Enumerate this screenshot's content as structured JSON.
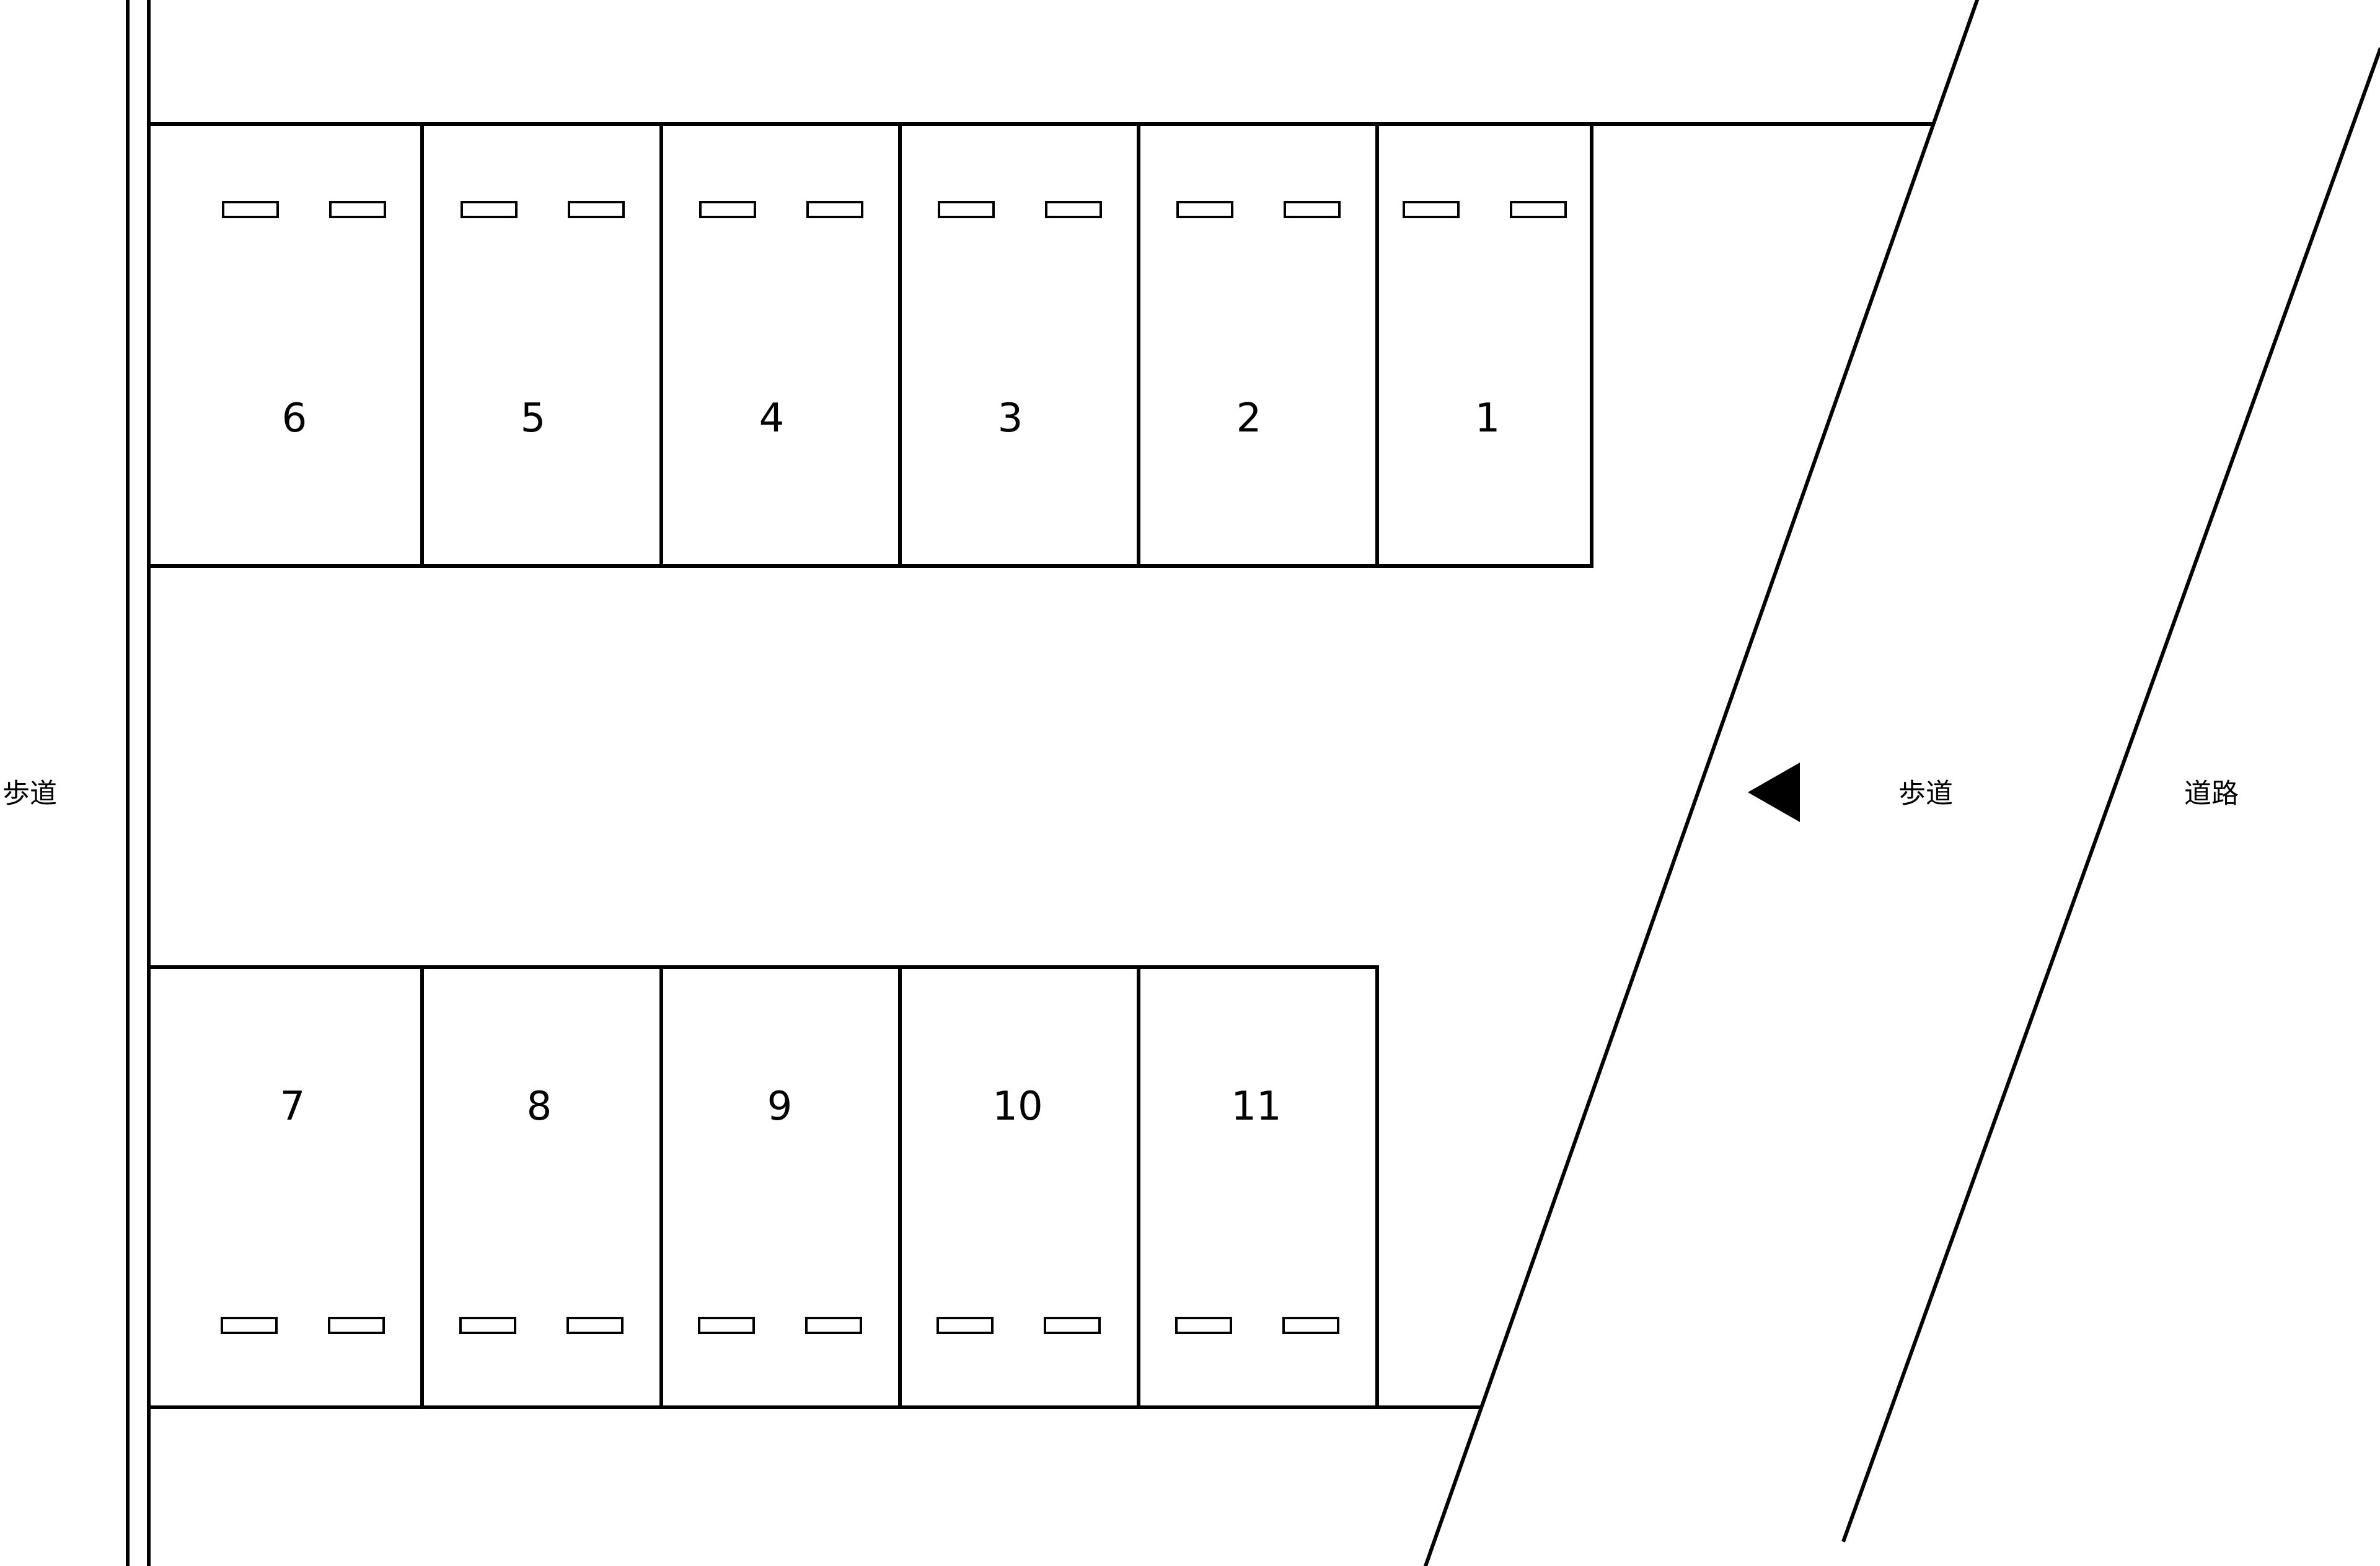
{
  "parking_lot": {
    "top_row": [
      {
        "number": "6"
      },
      {
        "number": "5"
      },
      {
        "number": "4"
      },
      {
        "number": "3"
      },
      {
        "number": "2"
      },
      {
        "number": "1"
      }
    ],
    "bottom_row": [
      {
        "number": "7"
      },
      {
        "number": "8"
      },
      {
        "number": "9"
      },
      {
        "number": "10"
      },
      {
        "number": "11"
      }
    ]
  },
  "labels": {
    "left_sidewalk": "歩道",
    "right_sidewalk": "歩道",
    "road": "道路"
  },
  "entrance_arrow": {
    "direction": "left"
  }
}
